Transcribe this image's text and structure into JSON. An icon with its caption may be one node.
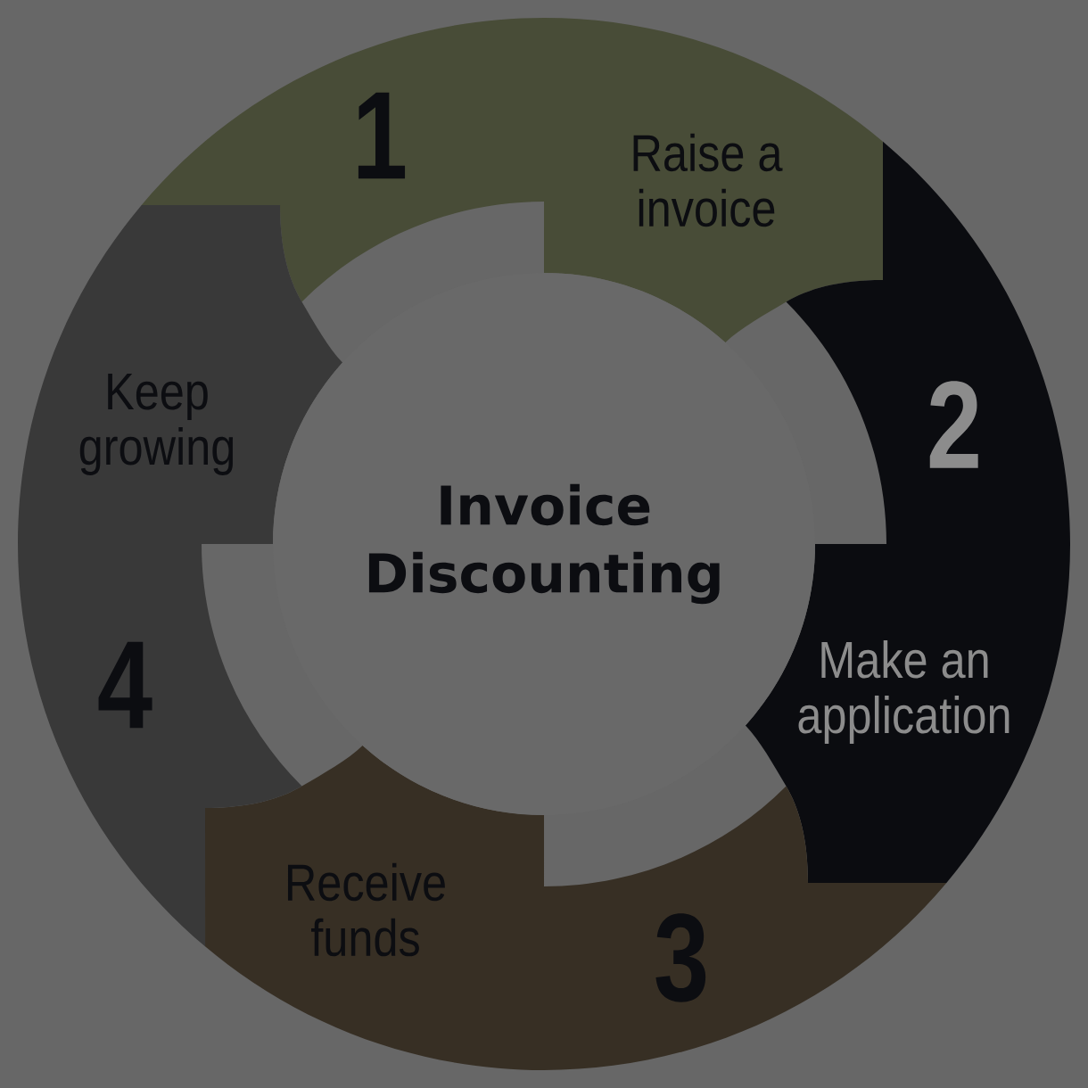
{
  "diagram": {
    "nodes": [
      {
        "text": [
          "Invoice Discounting"
        ]
      },
      {
        "text": [
          "1",
          "Raise a invoice"
        ]
      },
      {
        "text": [
          "2",
          "Make an application"
        ]
      },
      {
        "text": [
          "Receive funds",
          "3"
        ]
      },
      {
        "text": [
          "Keep growing",
          "4"
        ]
      }
    ]
  }
}
